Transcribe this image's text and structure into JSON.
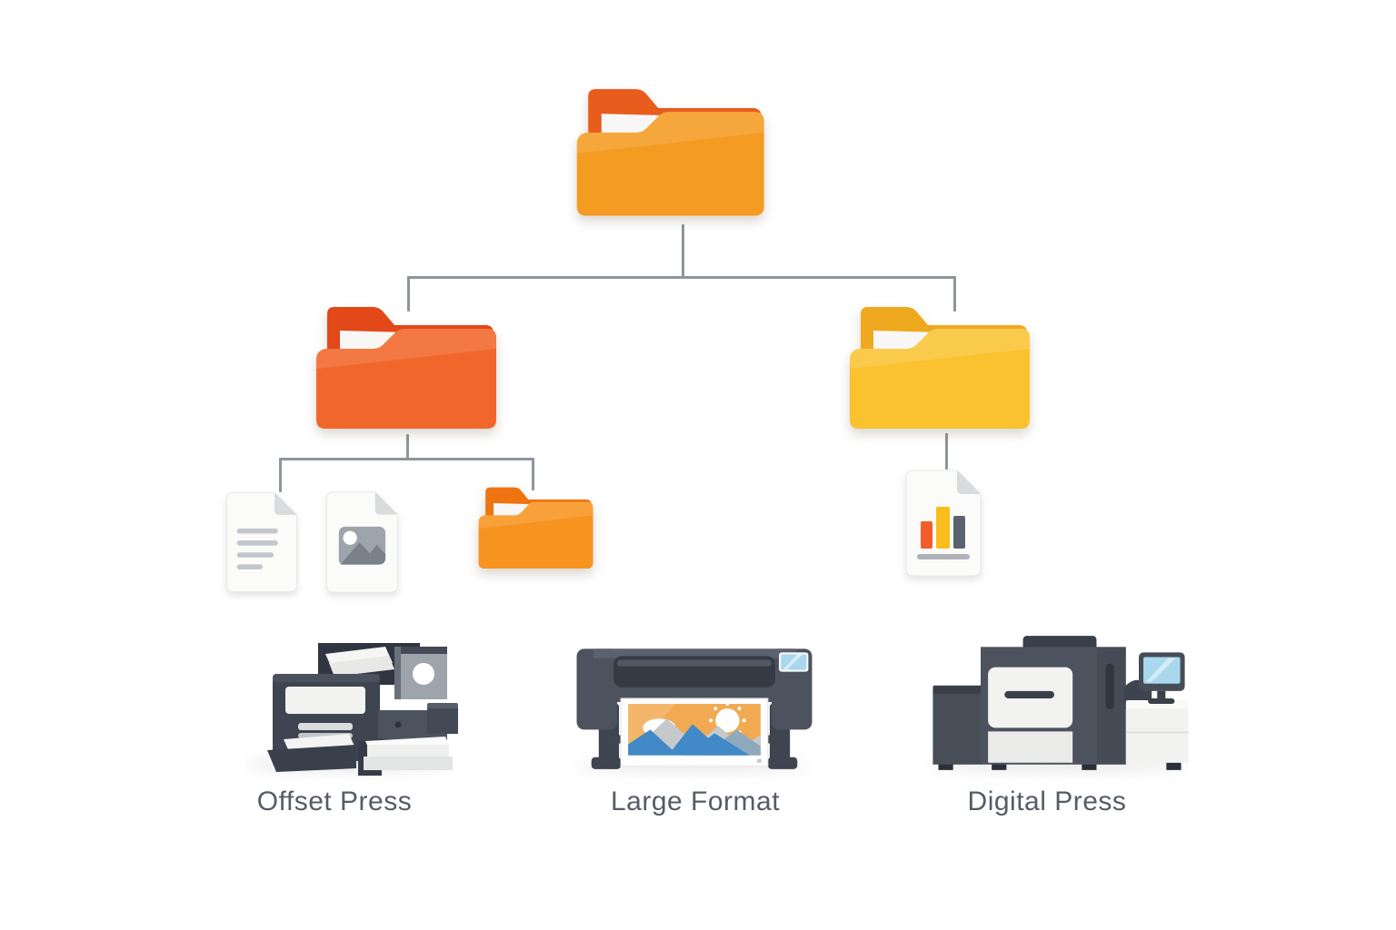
{
  "labels": {
    "offset_press": "Offset Press",
    "large_format": "Large Format",
    "digital_press": "Digital Press"
  },
  "tree": {
    "root": "folder-open-orange",
    "children": [
      {
        "node": "folder-open-red-orange",
        "children": [
          "text-document",
          "image-document",
          "folder-open-small-orange"
        ]
      },
      {
        "node": "folder-open-yellow",
        "children": [
          "bar-chart-document"
        ]
      }
    ]
  },
  "icons": {
    "root_folder": "folder-open-icon",
    "left_subfolder": "folder-open-icon",
    "right_subfolder": "folder-open-icon",
    "nested_folder": "folder-open-icon",
    "text_document": "text-document-icon",
    "image_document": "image-document-icon",
    "chart_document": "chart-document-icon",
    "offset_press": "offset-press-machine",
    "large_format": "large-format-printer",
    "digital_press": "digital-press-machine"
  },
  "colors": {
    "connector": "#8F959C",
    "label_text": "#565C66",
    "folder_root_front": "#F49B22",
    "folder_root_back": "#E85C1E",
    "folder_projects_front": "#F1672B",
    "folder_projects_back": "#E34819",
    "folder_archive_front": "#FAC22F",
    "folder_archive_back": "#EFA91F",
    "folder_nested_front": "#F79420",
    "folder_nested_back": "#EE7412",
    "paper": "#F8F7F5",
    "page_white": "#FBFBFA",
    "doc_fold": "#D9DBDC",
    "doc_line": "#C3C7CB",
    "photo_gray": "#9EA4AB",
    "photo_mountain": "#79818B",
    "chart_orange": "#F15E29",
    "chart_yellow": "#FABD1E",
    "chart_gray": "#5C6370",
    "machine_dark": "#3E4450",
    "machine_mid": "#4C535E",
    "machine_light": "#F2F2F0",
    "screen_blue": "#A9D8EE",
    "sky_orange": "#F1AA52",
    "sun_white": "#FFFFFF",
    "cloud_gray": "#C6C9CC",
    "mountain_blue": "#4189C7",
    "mountain_slate": "#8EA9BE"
  }
}
